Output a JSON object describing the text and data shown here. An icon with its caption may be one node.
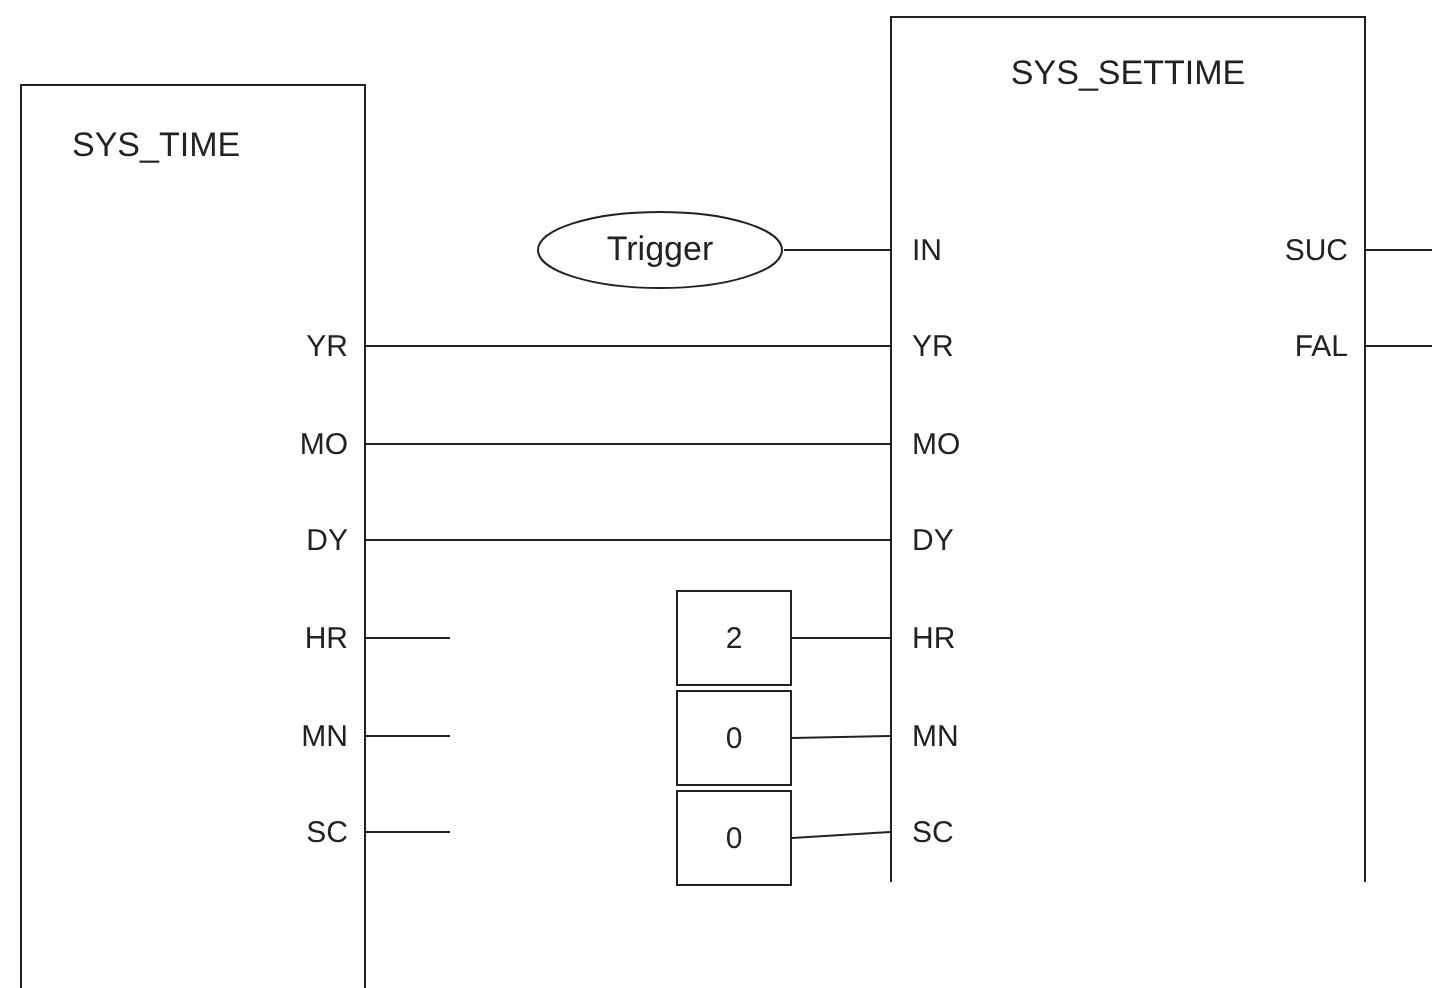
{
  "diagram": {
    "nodes": [
      {
        "text": [
          "SYS_TIME"
        ]
      },
      {
        "text": [
          "YR"
        ],
        "in": 0
      },
      {
        "text": [
          "MO"
        ],
        "in": 0
      },
      {
        "text": [
          "DY"
        ],
        "in": 0
      },
      {
        "text": [
          "HR"
        ],
        "in": 0
      },
      {
        "text": [
          "MN"
        ],
        "in": 0
      },
      {
        "text": [
          "SC"
        ],
        "in": 0
      },
      {
        "text": [
          "SYS_SETTIME"
        ]
      },
      {
        "text": [
          "IN"
        ],
        "in": 7
      },
      {
        "text": [
          "YR"
        ],
        "in": 7
      },
      {
        "text": [
          "MO"
        ],
        "in": 7
      },
      {
        "text": [
          "DY"
        ],
        "in": 7
      },
      {
        "text": [
          "HR"
        ],
        "in": 7
      },
      {
        "text": [
          "MN"
        ],
        "in": 7
      },
      {
        "text": [
          "SC"
        ],
        "in": 7
      },
      {
        "text": [
          "SUC"
        ],
        "in": 7
      },
      {
        "text": [
          "FAL"
        ],
        "in": 7
      },
      {
        "text": [
          "Trigger"
        ]
      },
      {
        "text": [
          "2"
        ]
      },
      {
        "text": [
          "0"
        ]
      },
      {
        "text": [
          "0"
        ]
      }
    ],
    "edges": [
      {
        "from": 17,
        "to": 8,
        "arrow": "none"
      },
      {
        "from": 1,
        "to": 9,
        "arrow": "none"
      },
      {
        "from": 2,
        "to": 10,
        "arrow": "none"
      },
      {
        "from": 3,
        "to": 11,
        "arrow": "none"
      },
      {
        "from": 18,
        "to": 12,
        "arrow": "none"
      },
      {
        "from": 19,
        "to": 13,
        "arrow": "none"
      },
      {
        "from": 20,
        "to": 14,
        "arrow": "none"
      },
      {
        "from": 4,
        "to": null,
        "arrow": "none"
      },
      {
        "from": 5,
        "to": null,
        "arrow": "none"
      },
      {
        "from": 6,
        "to": null,
        "arrow": "none"
      },
      {
        "from": 15,
        "to": null,
        "arrow": "none"
      },
      {
        "from": 16,
        "to": null,
        "arrow": "none"
      }
    ]
  }
}
